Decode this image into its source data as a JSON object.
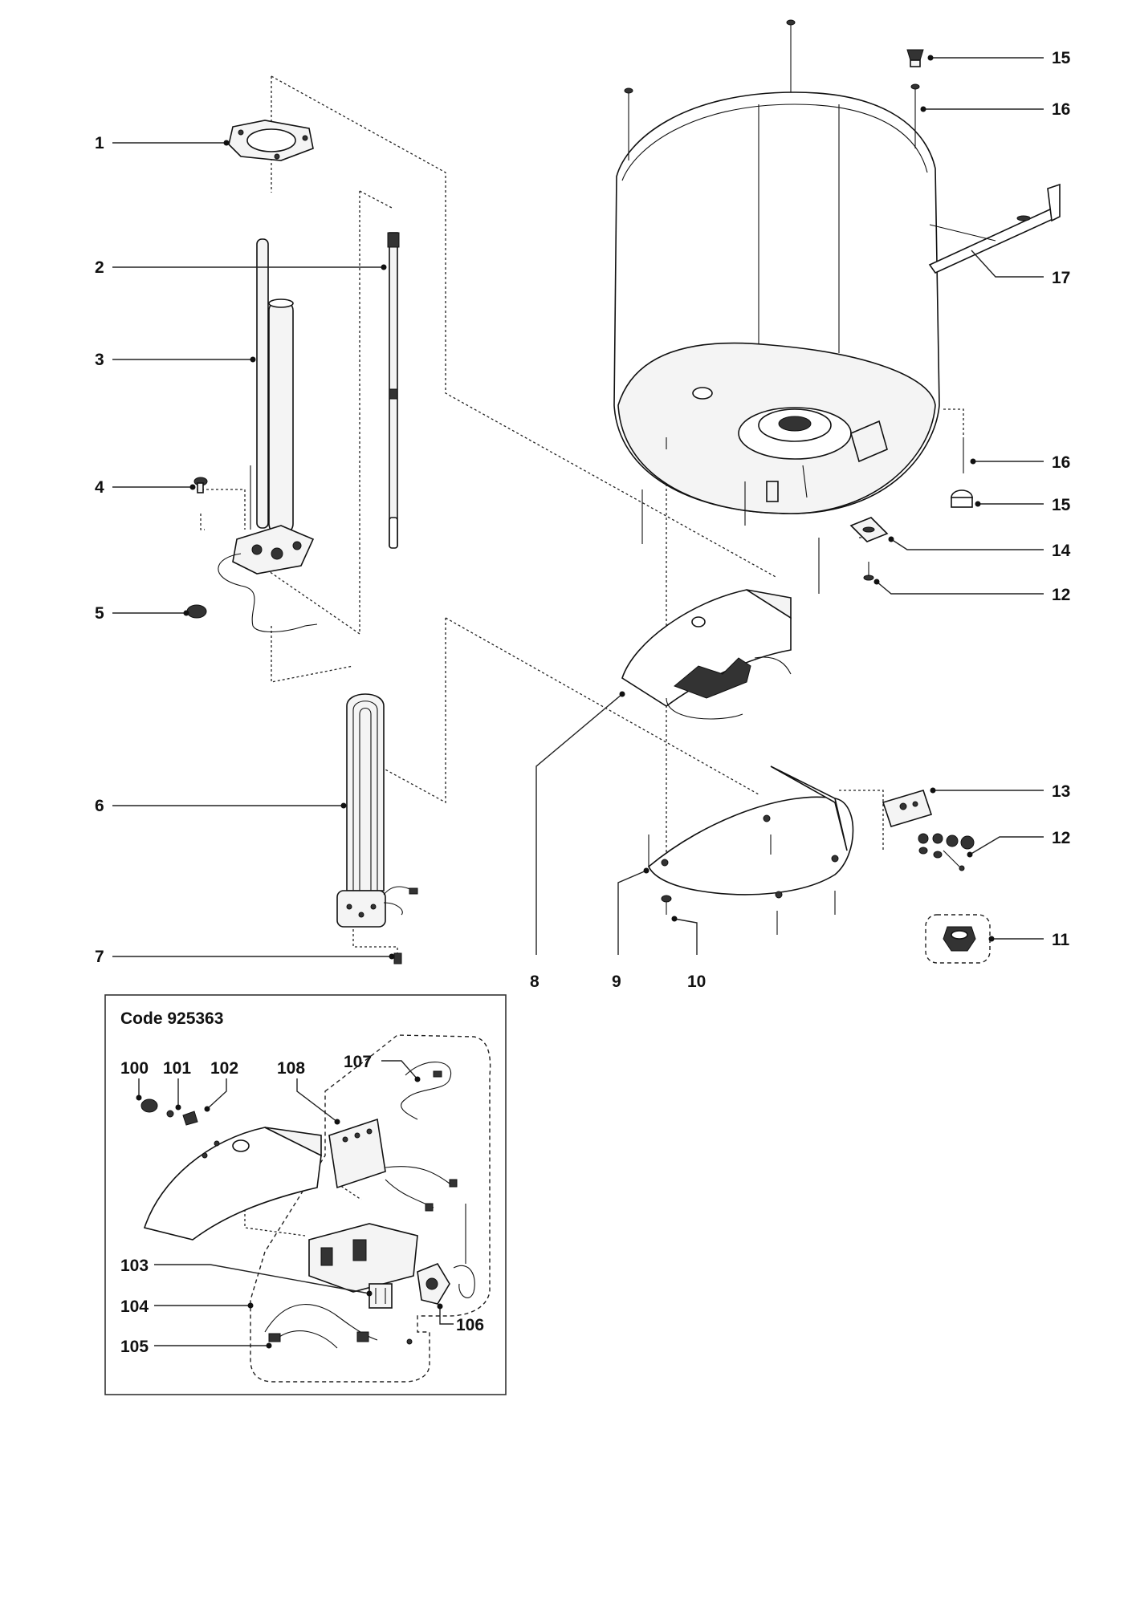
{
  "inset": {
    "code": "Code 925363"
  },
  "labels": {
    "l1": "1",
    "l2": "2",
    "l3": "3",
    "l4": "4",
    "l5": "5",
    "l6": "6",
    "l7": "7",
    "l8": "8",
    "l9": "9",
    "l10": "10",
    "l11": "11",
    "l12a": "12",
    "l12b": "12",
    "l13": "13",
    "l14": "14",
    "l15a": "15",
    "l15b": "15",
    "l16a": "16",
    "l16b": "16",
    "l17": "17",
    "l100": "100",
    "l101": "101",
    "l102": "102",
    "l103": "103",
    "l104": "104",
    "l105": "105",
    "l106": "106",
    "l107": "107",
    "l108": "108"
  }
}
